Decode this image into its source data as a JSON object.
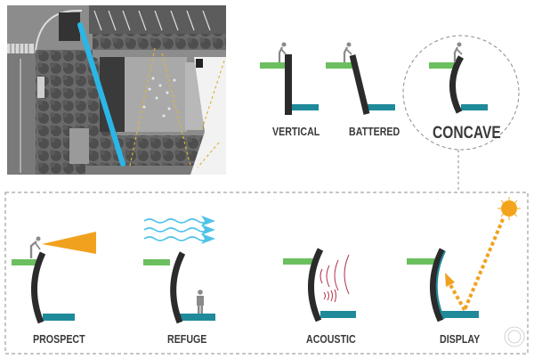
{
  "figure": {
    "site_plan": {
      "description": "aerial site plan with highlighted wall"
    },
    "wall_types": [
      {
        "label": "VERTICAL"
      },
      {
        "label": "BATTERED"
      },
      {
        "label": "CONCAVE"
      }
    ],
    "concave_functions": [
      {
        "label": "PROSPECT"
      },
      {
        "label": "REFUGE"
      },
      {
        "label": "ACOUSTIC"
      },
      {
        "label": "DISPLAY"
      }
    ],
    "colors": {
      "wall": "#2b2b2b",
      "upper_ground": "#6cbf5f",
      "lower_ground": "#1f8a9a",
      "highlight_wall": "#2bb6e6",
      "view_cone": "#f0a21f",
      "wind": "#4fc3e8",
      "sound": "#b0304a",
      "sun": "#f4a41c",
      "person": "#8a8a8a"
    }
  }
}
